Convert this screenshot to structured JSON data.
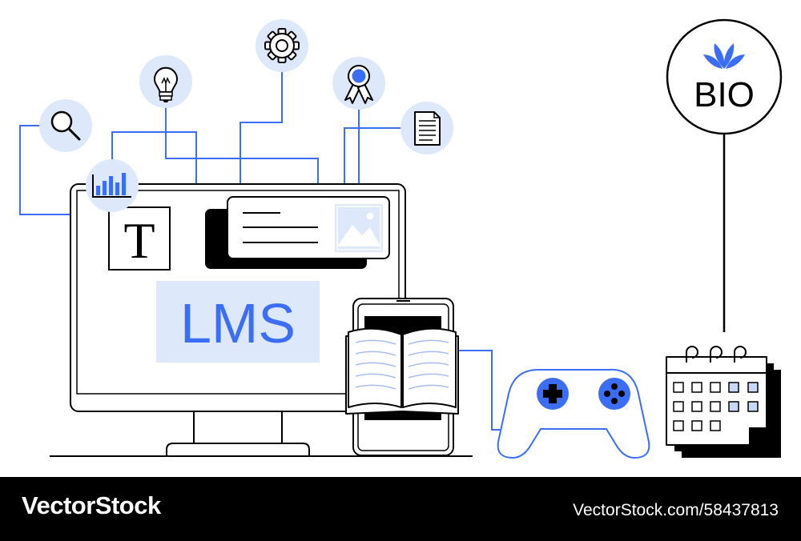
{
  "illustration": {
    "lms_label": "LMS",
    "bio_label": "BIO",
    "text_tool_glyph": "T",
    "colors": {
      "accent_blue": "#3b6ef5",
      "light_blue": "#dde8fb",
      "outline": "#000000",
      "background": "#ffffff"
    },
    "icons": [
      "magnifier-icon",
      "lightbulb-icon",
      "gear-icon",
      "award-ribbon-icon",
      "document-icon",
      "bar-chart-icon",
      "text-icon",
      "image-placeholder-icon",
      "open-book-icon",
      "tablet-icon",
      "game-controller-icon",
      "calendar-icon",
      "leaf-icon"
    ]
  },
  "footer": {
    "brand": "VectorStock",
    "url_id": "VectorStock.com/58437813"
  }
}
